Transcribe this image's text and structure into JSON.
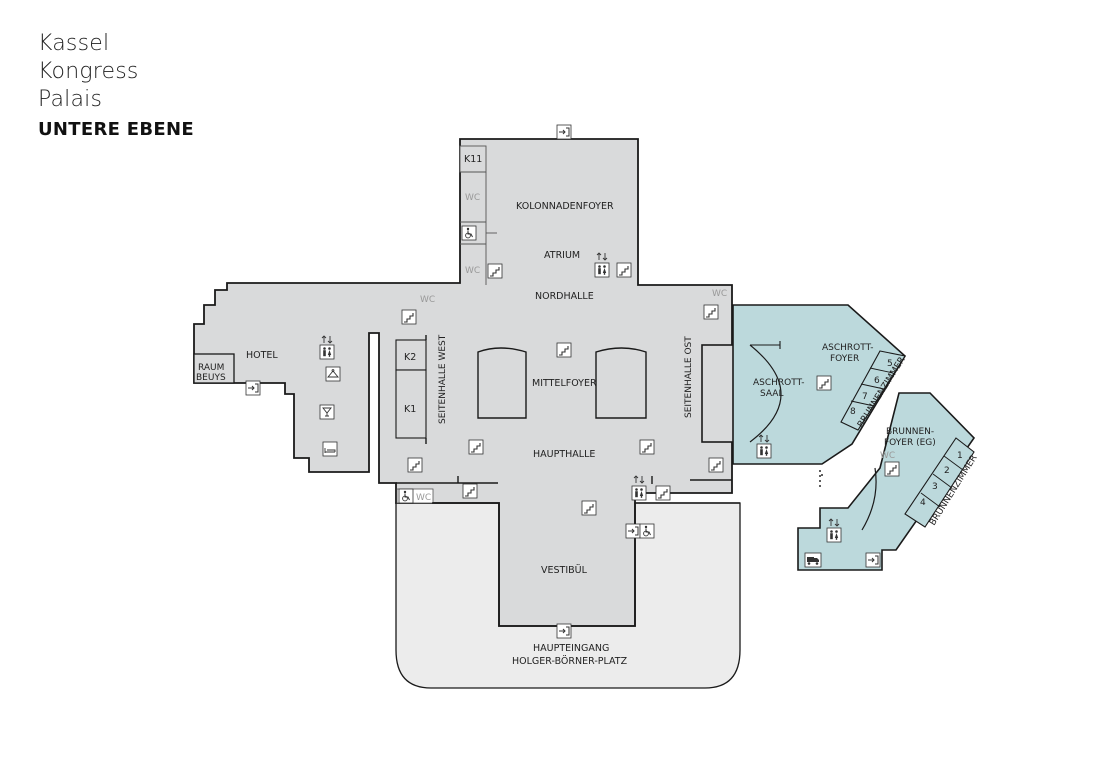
{
  "brand": {
    "line1": "Kassel",
    "line2": "Kongress",
    "line3": "Palais"
  },
  "level_title": "UNTERE EBENE",
  "rooms": {
    "k11": "K11",
    "kolonnadenfoyer": "KOLONNADENFOYER",
    "atrium": "ATRIUM",
    "nordhalle": "NORDHALLE",
    "hotel": "HOTEL",
    "raum_beuys_1": "RAUM",
    "raum_beuys_2": "BEUYS",
    "k2": "K2",
    "k1": "K1",
    "seitenhalle_west": "SEITENHALLE WEST",
    "mittelfoyer": "MITTELFOYER",
    "haupthalle": "HAUPTHALLE",
    "seitenhalle_ost": "SEITENHALLE OST",
    "aschrottsaal_1": "ASCHROTT-",
    "aschrottsaal_2": "SAAL",
    "aschrottfoyer_1": "ASCHROTT-",
    "aschrottfoyer_2": "FOYER",
    "brunnenzimmer_a": "BRUNNENZIMMER",
    "brunnenfoyer_1": "BRUNNEN-",
    "brunnenfoyer_2": "FOYER (EG)",
    "brunnenzimmer_b": "BRUNNENZIMMER",
    "vestibuel": "VESTIBÜL",
    "haupteingang_1": "HAUPTEINGANG",
    "haupteingang_2": "HOLGER-BÖRNER-PLATZ"
  },
  "wc_label": "WC",
  "brunnenzimmer_numbers_a": [
    "5",
    "6",
    "7",
    "8"
  ],
  "brunnenzimmer_numbers_b": [
    "1",
    "2",
    "3",
    "4"
  ],
  "icons": {
    "entrance": "entrance-icon",
    "stairs": "stairs-icon",
    "elevator": "elevator-icon",
    "restroom": "restroom-icon",
    "accessible": "wheelchair-icon",
    "cloakroom": "cloakroom-icon",
    "bar": "cocktail-icon",
    "bed": "bed-icon",
    "delivery": "delivery-truck-icon"
  },
  "colors": {
    "hall_fill": "#d9dadb",
    "outer_fill": "#ececec",
    "teal_fill": "#bcd9dc",
    "wall": "#1a1a1a"
  }
}
